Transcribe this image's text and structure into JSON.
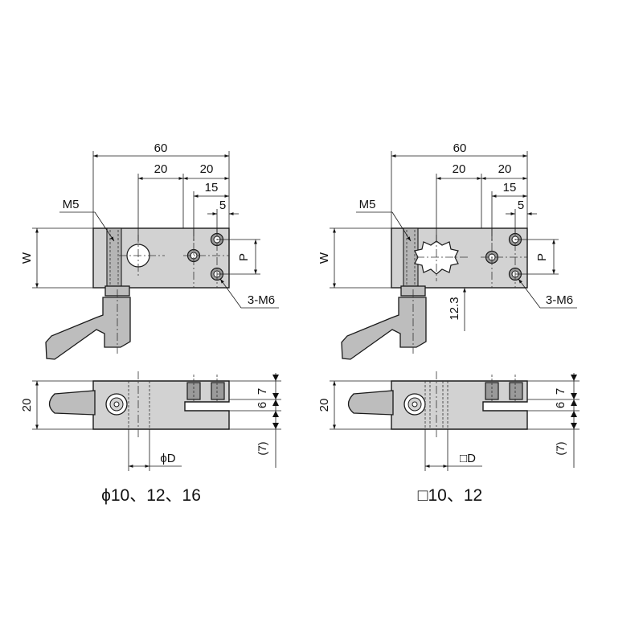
{
  "left_view": {
    "caption": "ϕ10、12、16",
    "dims": {
      "total_width": "60",
      "pitch_a": "20",
      "pitch_b": "20",
      "offset_15": "15",
      "offset_5": "5",
      "height_w": "W",
      "pitch_p": "P",
      "thread_top": "M5",
      "thread_holes": "3-M6",
      "side_height": "20",
      "slot_7": "7",
      "slot_6": "6",
      "ref_7": "(7)",
      "bore": "ϕD"
    }
  },
  "right_view": {
    "caption": "□10、12",
    "dims": {
      "total_width": "60",
      "pitch_a": "20",
      "pitch_b": "20",
      "offset_15": "15",
      "offset_5": "5",
      "height_w": "W",
      "pitch_p": "P",
      "thread_top": "M5",
      "thread_holes": "3-M6",
      "offset_12_3": "12.3",
      "side_height": "20",
      "slot_7": "7",
      "slot_6": "6",
      "ref_7": "(7)",
      "bore": "□D"
    }
  }
}
